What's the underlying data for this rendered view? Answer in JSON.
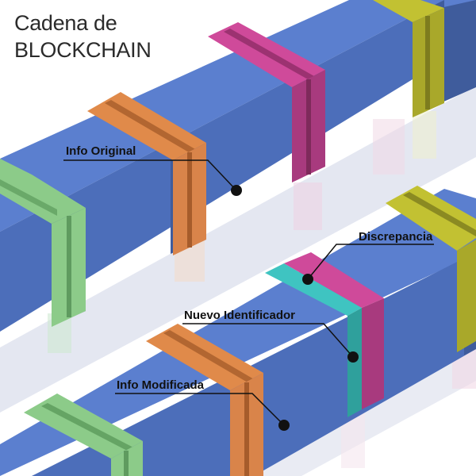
{
  "title": {
    "line1": "Cadena de",
    "line2": "BLOCKCHAIN"
  },
  "labels": {
    "original": "Info Original",
    "discrepancy": "Discrepancia",
    "new_id": "Nuevo Identificador",
    "modified": "Info Modificada"
  },
  "colors": {
    "block_top": "#5b7fcf",
    "block_front": "#4c6eba",
    "block_side": "#3f5c9c",
    "band_orange": "#e08a4a",
    "band_green": "#8ccb89",
    "band_magenta": "#cf4a9a",
    "band_olive": "#c2c132",
    "band_teal": "#3fc4c1",
    "ground": "#e4e7f1",
    "label_ink": "#111111"
  }
}
